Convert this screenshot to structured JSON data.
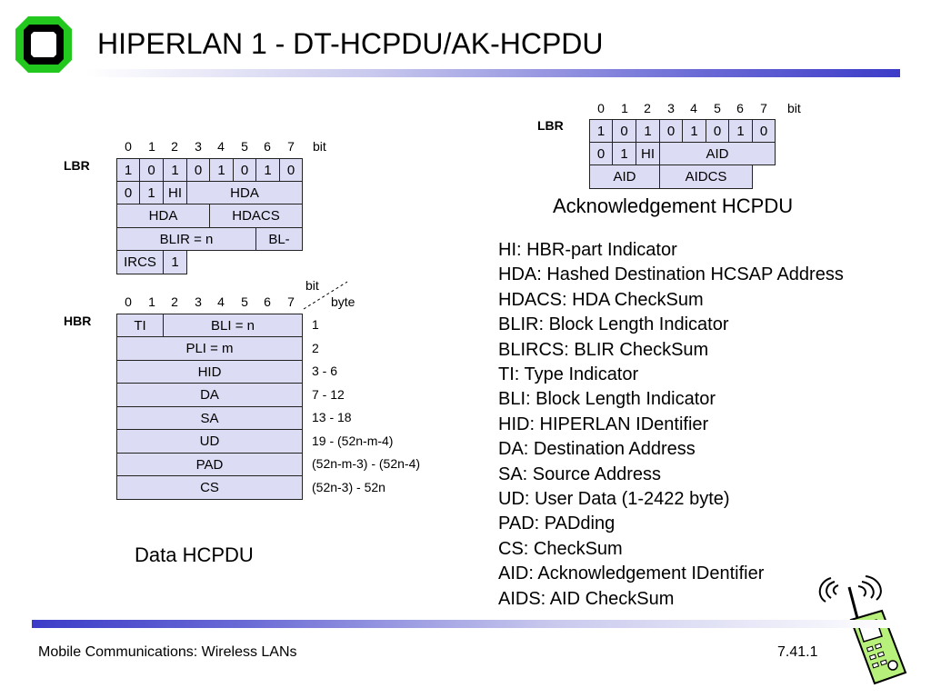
{
  "header": {
    "title": "HIPERLAN 1 - DT-HCPDU/AK-HCPDU"
  },
  "footer": {
    "left": "Mobile Communications: Wireless LANs",
    "right": "7.41.1"
  },
  "data_hcpdu": {
    "caption": "Data HCPDU",
    "lbr_label": "LBR",
    "hbr_label": "HBR",
    "bit_numbers": [
      "0",
      "1",
      "2",
      "3",
      "4",
      "5",
      "6",
      "7"
    ],
    "bit_label": "bit",
    "byte_label": "byte",
    "lbr_row1": [
      "1",
      "0",
      "1",
      "0",
      "1",
      "0",
      "1",
      "0"
    ],
    "lbr_row2": {
      "b0": "0",
      "b1": "1",
      "hi": "HI",
      "hda": "HDA"
    },
    "lbr_row3": {
      "hda": "HDA",
      "hdacs": "HDACS"
    },
    "lbr_row4": {
      "blir": "BLIR = n",
      "bl": "BL-"
    },
    "lbr_row5": {
      "ircs": "IRCS",
      "one": "1"
    },
    "hbr_rows": [
      {
        "fields": [
          "TI",
          "BLI = n"
        ],
        "bytes": "1"
      },
      {
        "fields": [
          "PLI = m"
        ],
        "bytes": "2"
      },
      {
        "fields": [
          "HID"
        ],
        "bytes": "3 - 6"
      },
      {
        "fields": [
          "DA"
        ],
        "bytes": "7 - 12"
      },
      {
        "fields": [
          "SA"
        ],
        "bytes": "13 - 18"
      },
      {
        "fields": [
          "UD"
        ],
        "bytes": "19 - (52n-m-4)"
      },
      {
        "fields": [
          "PAD"
        ],
        "bytes": "(52n-m-3) - (52n-4)"
      },
      {
        "fields": [
          "CS"
        ],
        "bytes": "(52n-3) - 52n"
      }
    ]
  },
  "ack_hcpdu": {
    "caption": "Acknowledgement HCPDU",
    "lbr_label": "LBR",
    "bit_numbers": [
      "0",
      "1",
      "2",
      "3",
      "4",
      "5",
      "6",
      "7"
    ],
    "bit_label": "bit",
    "row1": [
      "1",
      "0",
      "1",
      "0",
      "1",
      "0",
      "1",
      "0"
    ],
    "row2": {
      "b0": "0",
      "b1": "1",
      "hi": "HI",
      "aid": "AID"
    },
    "row3": {
      "aid": "AID",
      "aidcs": "AIDCS"
    }
  },
  "legend": [
    "HI: HBR-part Indicator",
    "HDA: Hashed Destination HCSAP Address",
    "HDACS: HDA CheckSum",
    "BLIR: Block Length Indicator",
    "BLIRCS: BLIR CheckSum",
    "TI: Type Indicator",
    "BLI: Block Length Indicator",
    "HID: HIPERLAN IDentifier",
    "DA: Destination Address",
    "SA: Source Address",
    "UD: User Data (1-2422 byte)",
    "PAD: PADding",
    "CS: CheckSum",
    "AID: Acknowledgement IDentifier",
    "AIDS: AID CheckSum"
  ],
  "colors": {
    "cell_fill": "#dcdcf5",
    "logo_green": "#22c81e",
    "bar_blue": "#3c3cc8"
  }
}
